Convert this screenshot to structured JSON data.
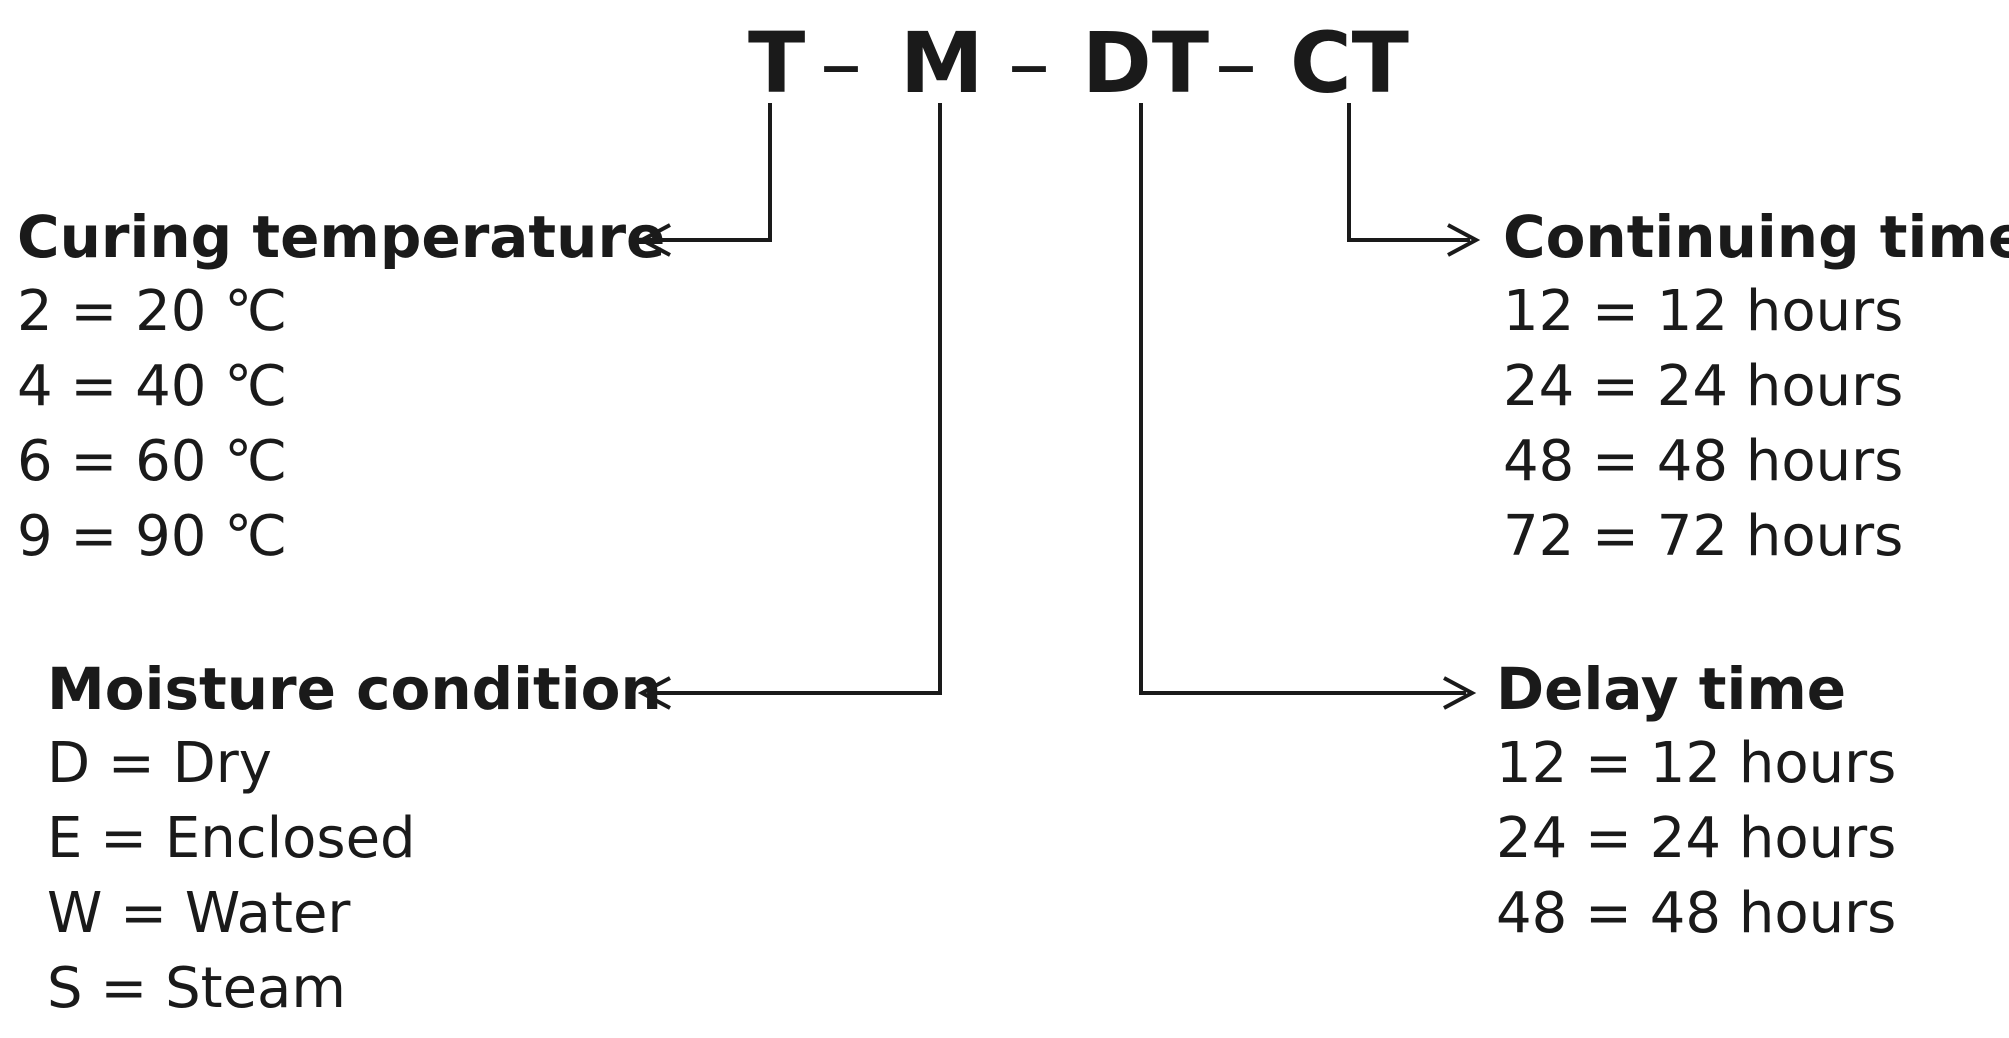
{
  "code": {
    "parts": [
      "T",
      "M",
      "DT",
      "CT"
    ],
    "separator": "–"
  },
  "curing_temperature": {
    "heading": "Curing temperature",
    "items": [
      "2 = 20 ℃",
      "4 = 40 ℃",
      "6 = 60 ℃",
      "9 = 90 ℃"
    ]
  },
  "moisture_condition": {
    "heading": "Moisture condition",
    "items": [
      "D = Dry",
      "E = Enclosed",
      "W = Water",
      "S = Steam"
    ]
  },
  "continuing_time": {
    "heading": "Continuing time",
    "items": [
      "12 = 12 hours",
      "24 = 24 hours",
      "48 = 48 hours",
      "72 = 72 hours"
    ]
  },
  "delay_time": {
    "heading": "Delay time",
    "items": [
      "12 = 12 hours",
      "24 = 24 hours",
      "48 = 48 hours"
    ]
  }
}
